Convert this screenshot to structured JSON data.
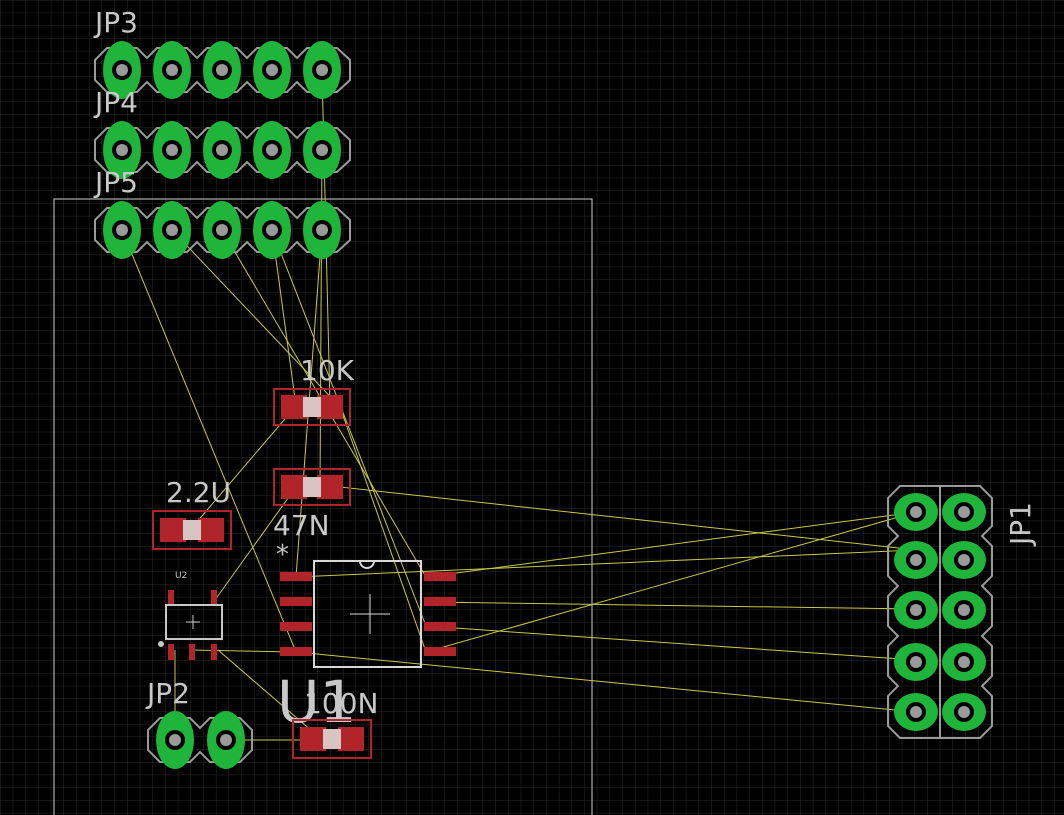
{
  "colors": {
    "background": "#000000",
    "grid": "#2a2a2a",
    "outline": "#d0d0d0",
    "pad_copper": "#1fb43a",
    "pad_outline": "#9a9a9a",
    "smd_pad": "#b0242a",
    "airwire": "#c8c84a",
    "label": "#c8c8c8"
  },
  "components": {
    "jp3": {
      "label": "JP3"
    },
    "jp4": {
      "label": "JP4"
    },
    "jp5": {
      "label": "JP5"
    },
    "jp1": {
      "label": "JP1"
    },
    "jp2": {
      "label": "JP2"
    },
    "r_10k": {
      "label": "10K"
    },
    "c_47n": {
      "label": "47N"
    },
    "c_2u2": {
      "label": "2.2U"
    },
    "c_100n": {
      "label": "100N"
    },
    "u1": {
      "label": "U1",
      "pin1_marker": "*"
    },
    "u2": {
      "label": "U2"
    }
  }
}
